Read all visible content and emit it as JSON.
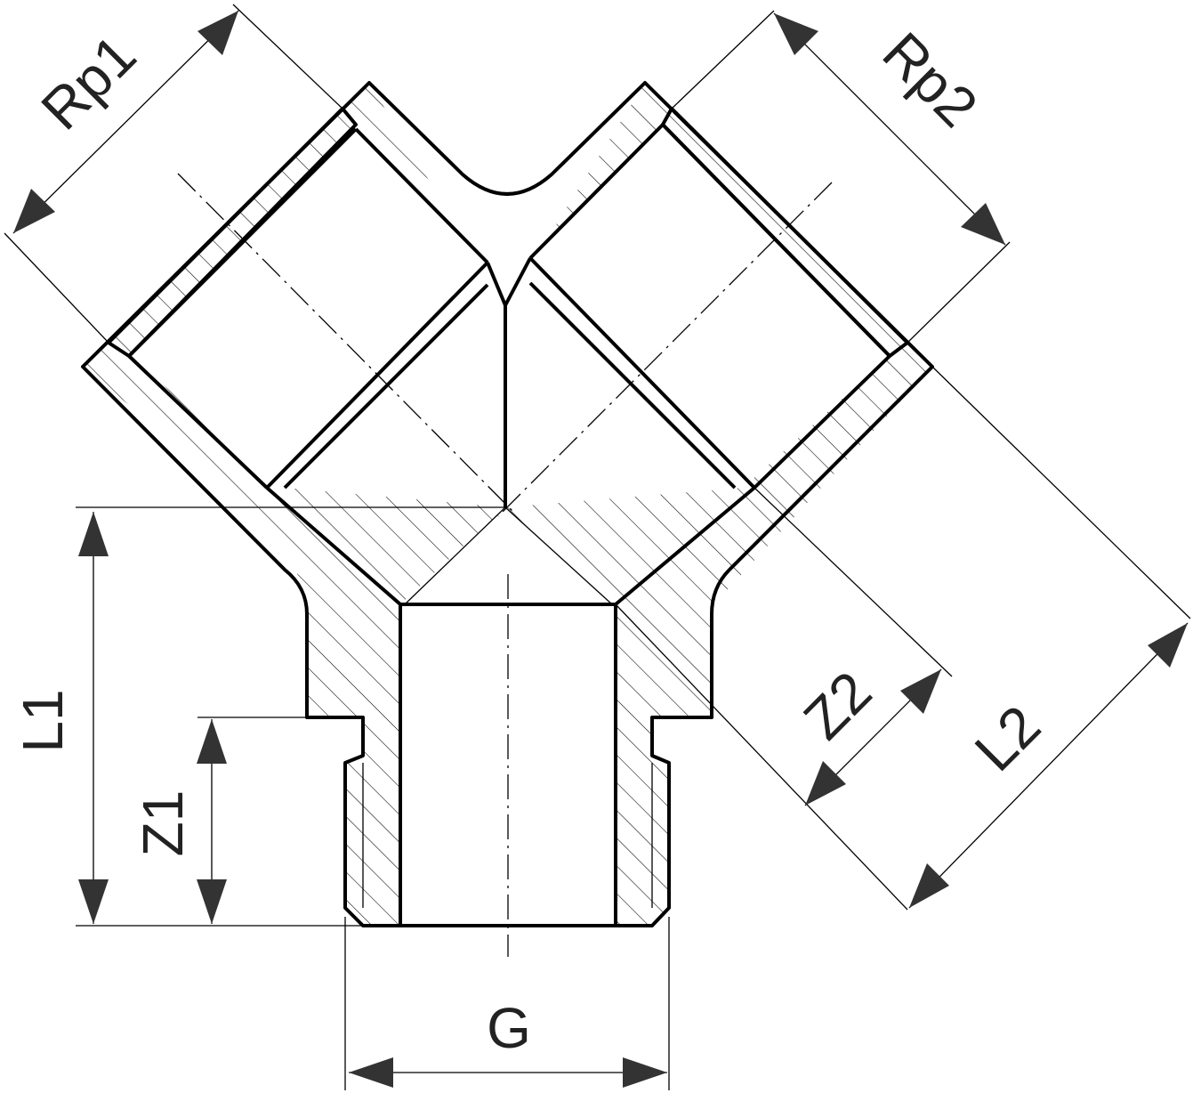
{
  "drawing": {
    "type": "technical drawing: Y-branch fitting, section view",
    "labels": {
      "rp1": "Rp1",
      "rp2": "Rp2",
      "l1": "L1",
      "z1": "Z1",
      "l2": "L2",
      "z2": "Z2",
      "g": "G"
    }
  }
}
